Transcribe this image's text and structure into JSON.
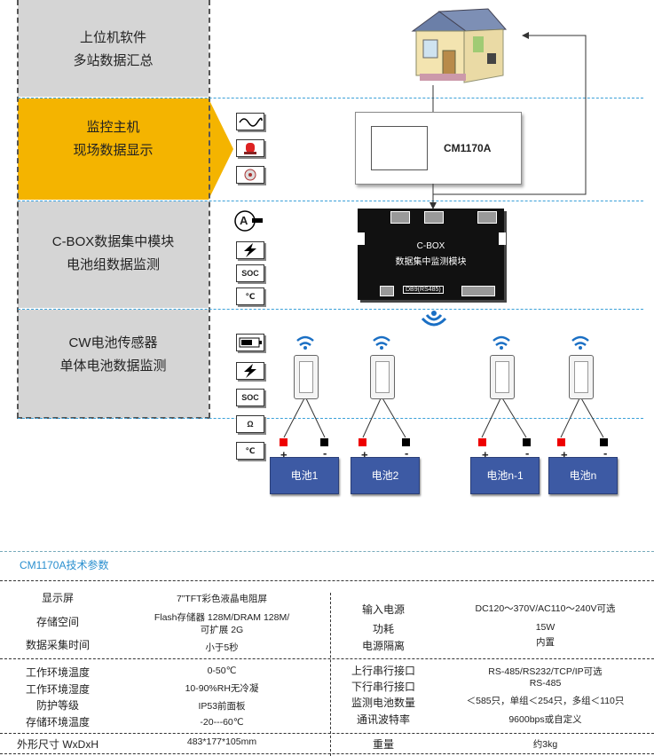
{
  "tiers": [
    {
      "line1": "上位机软件",
      "line2": "多站数据汇总"
    },
    {
      "line1": "监控主机",
      "line2": "现场数据显示"
    },
    {
      "line1": "C-BOX数据集中模块",
      "line2": "电池组数据监测"
    },
    {
      "line1": "CW电池传感器",
      "line2": "单体电池数据监测"
    }
  ],
  "host": {
    "label": "CM1170A"
  },
  "cbox": {
    "line1": "C-BOX",
    "line2": "数据集中监测模块",
    "port": "DB9(RS485)"
  },
  "icons": {
    "soc": "SOC",
    "temp": "℃",
    "ohm": "Ω",
    "current": "A"
  },
  "batteries": [
    {
      "label": "电池1"
    },
    {
      "label": "电池2"
    },
    {
      "label": "电池n-1"
    },
    {
      "label": "电池n"
    }
  ],
  "plus": "+",
  "minus": "-",
  "specs": {
    "title": "CM1170A技术参数",
    "left": [
      {
        "k": "显示屏",
        "v": "7”TFT彩色液晶电阻屏"
      },
      {
        "k": "存储空间",
        "v": "Flash存储器 128M/DRAM 128M/",
        "v2": "可扩展 2G"
      },
      {
        "k": "数据采集时间",
        "v": "小于5秒"
      },
      {
        "k": "工作环境温度",
        "v": "0-50℃"
      },
      {
        "k": "工作环境湿度",
        "v": "10-90%RH无冷凝"
      },
      {
        "k": "防护等级",
        "v": "IP53前面板"
      },
      {
        "k": "存储环境温度",
        "v": "-20---60℃"
      },
      {
        "k": "外形尺寸 WxDxH",
        "v": "483*177*105mm"
      }
    ],
    "right": [
      {
        "k": "输入电源",
        "v": "DC120～370V/AC110～240V可选"
      },
      {
        "k": "功耗",
        "v": "15W"
      },
      {
        "k": "电源隔离",
        "v": "内置"
      },
      {
        "k": "上行串行接口",
        "v": "RS-485/RS232/TCP/IP可选"
      },
      {
        "k": "下行串行接口",
        "v": "RS-485"
      },
      {
        "k": "监测电池数量",
        "v": "＜585只，单组＜254只，多组＜110只"
      },
      {
        "k": "通讯波特率",
        "v": "9600bps或自定义"
      },
      {
        "k": "重量",
        "v": "约3kg"
      }
    ]
  }
}
